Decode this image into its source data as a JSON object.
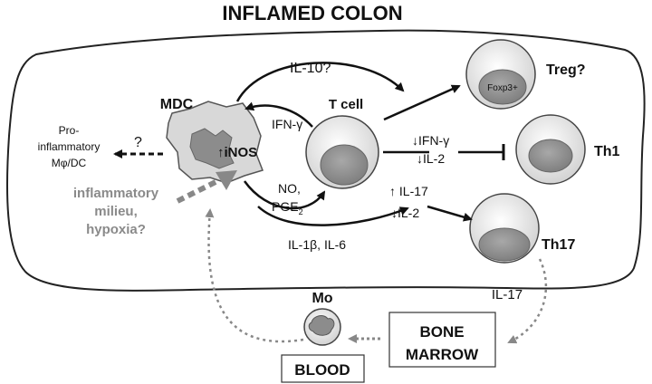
{
  "title": "INFLAMED COLON",
  "cells": {
    "mdc": {
      "label": "MDC",
      "inos": "↑iNOS"
    },
    "tcell": {
      "label": "T cell"
    },
    "treg": {
      "label": "Treg?",
      "marker": "Foxp3+"
    },
    "th1": {
      "label": "Th1"
    },
    "th17": {
      "label": "Th17"
    },
    "mo": {
      "label": "Mo"
    }
  },
  "signals": {
    "il10": "IL-10?",
    "ifng": "IFN-γ",
    "no": "NO,",
    "pge2_main": "PGE",
    "pge2_sub": "2",
    "il1b": "IL-1β, IL-6",
    "down_ifng": "↓IFN-γ",
    "down_il2_a": "↓IL-2",
    "up_il17": "↑ IL-17",
    "down_il2_b": "↓IL-2",
    "il17_out": "IL-17"
  },
  "proinflammatory": {
    "line1": "Pro-",
    "line2": "inflammatory",
    "line3": "Mφ/DC",
    "question": "?"
  },
  "milieu": {
    "line1": "inflammatory",
    "line2": "milieu,",
    "line3": "hypoxia?"
  },
  "boxes": {
    "bone_marrow_1": "BONE",
    "bone_marrow_2": "MARROW",
    "blood": "BLOOD"
  }
}
